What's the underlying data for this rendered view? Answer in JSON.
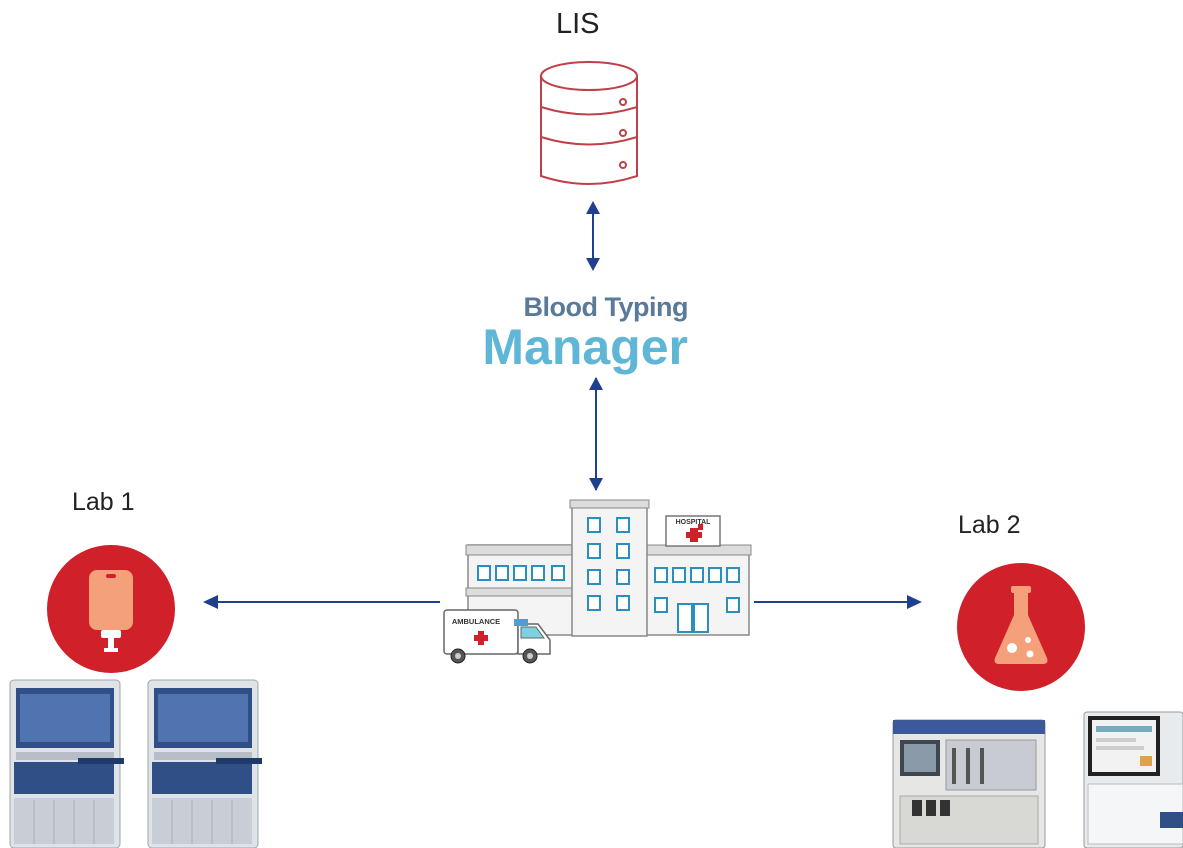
{
  "nodes": {
    "lis": {
      "label": "LIS"
    },
    "manager": {
      "line1": "Blood Typing",
      "line2": "Manager"
    },
    "hospital": {
      "sign": "HOSPITAL",
      "vehicle_text": "AMBULANCE"
    },
    "lab1": {
      "label": "Lab 1"
    },
    "lab2": {
      "label": "Lab 2"
    }
  },
  "colors": {
    "arrow": "#1f3f8f",
    "lis_db": "#c0404a",
    "lab_badge": "#d0202a",
    "manager_dark": "#5a7a9a",
    "manager_light": "#5fb6d6"
  },
  "icons": {
    "lis": "database-icon",
    "lab1": "blood-bag-icon",
    "lab2": "flask-icon"
  }
}
